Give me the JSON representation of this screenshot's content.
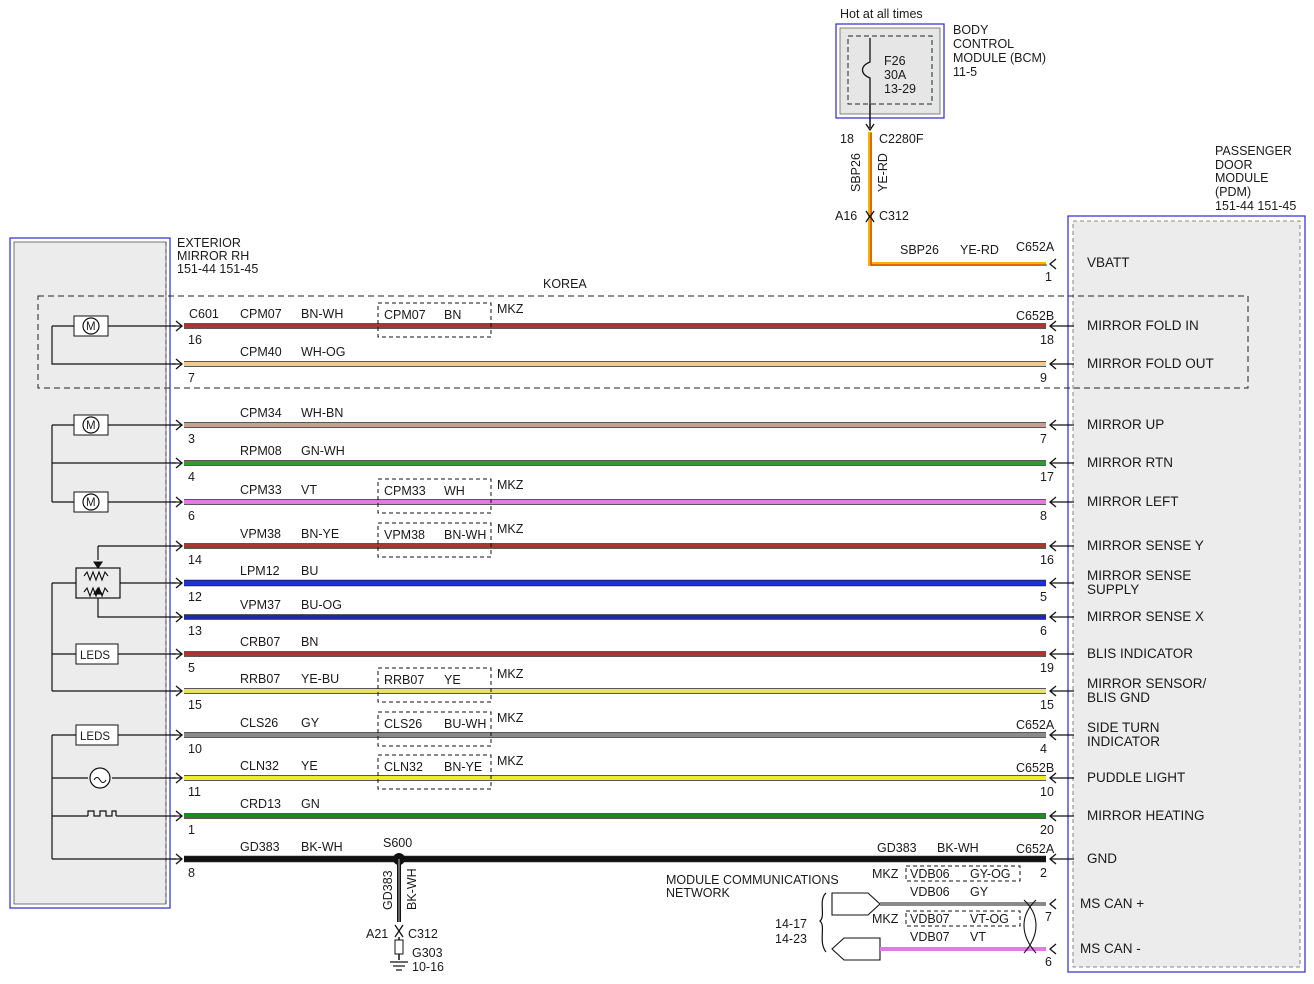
{
  "bcm": {
    "hot_label": "Hot at all times",
    "title_lines": [
      "BODY",
      "CONTROL",
      "MODULE (BCM)",
      "11-5"
    ],
    "fuse": {
      "name": "F26",
      "rating": "30A",
      "ref": "13-29"
    },
    "connector": "C2280F",
    "pin": "18"
  },
  "feed": {
    "vertical_circuit": "SBP26",
    "vertical_color": "YE-RD",
    "inline_connector": "C312",
    "inline_pin": "A16",
    "horizontal_circuit": "SBP26",
    "horizontal_color": "YE-RD",
    "pdm_connector": "C652A",
    "pdm_pin": "1",
    "pdm_label": "VBATT",
    "wire_color": "#f2b400"
  },
  "pdm": {
    "title_lines": [
      "PASSENGER",
      "DOOR",
      "MODULE",
      "(PDM)",
      "151-44  151-45"
    ]
  },
  "mirror": {
    "title_lines": [
      "EXTERIOR",
      "MIRROR RH",
      "151-44  151-45"
    ],
    "connector": "C601",
    "leds_label": "LEDS"
  },
  "korea": {
    "label": "KOREA"
  },
  "wires": [
    {
      "circuit": "CPM07",
      "color_code": "BN-WH",
      "left_pin": "16",
      "right_pin": "18",
      "right_connector": "C652B",
      "label": "MIRROR FOLD IN",
      "label2": "",
      "color": "#a6382f",
      "alt": {
        "circuit": "CPM07",
        "color_code": "BN",
        "tag": "MKZ"
      }
    },
    {
      "circuit": "CPM40",
      "color_code": "WH-OG",
      "left_pin": "7",
      "right_pin": "9",
      "right_connector": "",
      "label": "MIRROR FOLD OUT",
      "label2": "",
      "color": "#f0c890",
      "alt": null
    },
    {
      "circuit": "CPM34",
      "color_code": "WH-BN",
      "left_pin": "3",
      "right_pin": "7",
      "right_connector": "",
      "label": "MIRROR UP",
      "label2": "",
      "color": "#c8a090",
      "alt": null
    },
    {
      "circuit": "RPM08",
      "color_code": "GN-WH",
      "left_pin": "4",
      "right_pin": "17",
      "right_connector": "",
      "label": "MIRROR RTN",
      "label2": "",
      "color": "#2f9a2f",
      "alt": null
    },
    {
      "circuit": "CPM33",
      "color_code": "VT",
      "left_pin": "6",
      "right_pin": "8",
      "right_connector": "",
      "label": "MIRROR LEFT",
      "label2": "",
      "color": "#e07be0",
      "alt": {
        "circuit": "CPM33",
        "color_code": "WH",
        "tag": "MKZ"
      }
    },
    {
      "circuit": "VPM38",
      "color_code": "BN-YE",
      "left_pin": "14",
      "right_pin": "16",
      "right_connector": "",
      "label": "MIRROR SENSE Y",
      "label2": "",
      "color": "#a6382f",
      "alt": {
        "circuit": "VPM38",
        "color_code": "BN-WH",
        "tag": "MKZ"
      }
    },
    {
      "circuit": "LPM12",
      "color_code": "BU",
      "left_pin": "12",
      "right_pin": "5",
      "right_connector": "",
      "label": "MIRROR SENSE",
      "label2": "SUPPLY",
      "color": "#1a2fe0",
      "alt": null
    },
    {
      "circuit": "VPM37",
      "color_code": "BU-OG",
      "left_pin": "13",
      "right_pin": "6",
      "right_connector": "",
      "label": "MIRROR SENSE X",
      "label2": "",
      "color": "#1c2aa8",
      "alt": null
    },
    {
      "circuit": "CRB07",
      "color_code": "BN",
      "left_pin": "5",
      "right_pin": "19",
      "right_connector": "",
      "label": "BLIS INDICATOR",
      "label2": "",
      "color": "#a6382f",
      "alt": null
    },
    {
      "circuit": "RRB07",
      "color_code": "YE-BU",
      "left_pin": "15",
      "right_pin": "15",
      "right_connector": "",
      "label": "MIRROR SENSOR/",
      "label2": "BLIS GND",
      "color": "#e9e26a",
      "alt": {
        "circuit": "RRB07",
        "color_code": "YE",
        "tag": "MKZ"
      }
    },
    {
      "circuit": "CLS26",
      "color_code": "GY",
      "left_pin": "10",
      "right_pin": "4",
      "right_connector": "C652A",
      "label": "SIDE TURN",
      "label2": "INDICATOR",
      "color": "#8a8a8a",
      "alt": {
        "circuit": "CLS26",
        "color_code": "BU-WH",
        "tag": "MKZ"
      }
    },
    {
      "circuit": "CLN32",
      "color_code": "YE",
      "left_pin": "11",
      "right_pin": "10",
      "right_connector": "C652B",
      "label": "PUDDLE LIGHT",
      "label2": "",
      "color": "#ecec2a",
      "alt": {
        "circuit": "CLN32",
        "color_code": "BN-YE",
        "tag": "MKZ"
      }
    },
    {
      "circuit": "CRD13",
      "color_code": "GN",
      "left_pin": "1",
      "right_pin": "20",
      "right_connector": "",
      "label": "MIRROR HEATING",
      "label2": "",
      "color": "#1f8a1f",
      "alt": null
    },
    {
      "circuit": "GD383",
      "color_code": "BK-WH",
      "left_pin": "8",
      "right_pin": "2",
      "right_connector": "C652A",
      "label": "GND",
      "label2": "",
      "color": "#111111",
      "alt": null
    }
  ],
  "ground": {
    "splice": "S600",
    "right_circuit": "GD383",
    "right_color": "BK-WH",
    "drop_circuit": "GD383",
    "drop_color": "BK-WH",
    "connector": "C312",
    "pin": "A21",
    "point": "G303",
    "ref": "10-16"
  },
  "can": {
    "title_lines": [
      "MODULE COMMUNICATIONS",
      "NETWORK"
    ],
    "refs": [
      "14-17",
      "14-23"
    ],
    "plus": {
      "circuit": "VDB06",
      "color_code": "GY",
      "alt_circuit": "VDB06",
      "alt_color": "GY-OG",
      "tag": "MKZ",
      "pin": "7",
      "label": "MS CAN +",
      "color": "#8a8a8a"
    },
    "minus": {
      "circuit": "VDB07",
      "color_code": "VT",
      "alt_circuit": "VDB07",
      "alt_color": "VT-OG",
      "tag": "MKZ",
      "pin": "6",
      "label": "MS CAN -",
      "color": "#e07be0"
    }
  }
}
